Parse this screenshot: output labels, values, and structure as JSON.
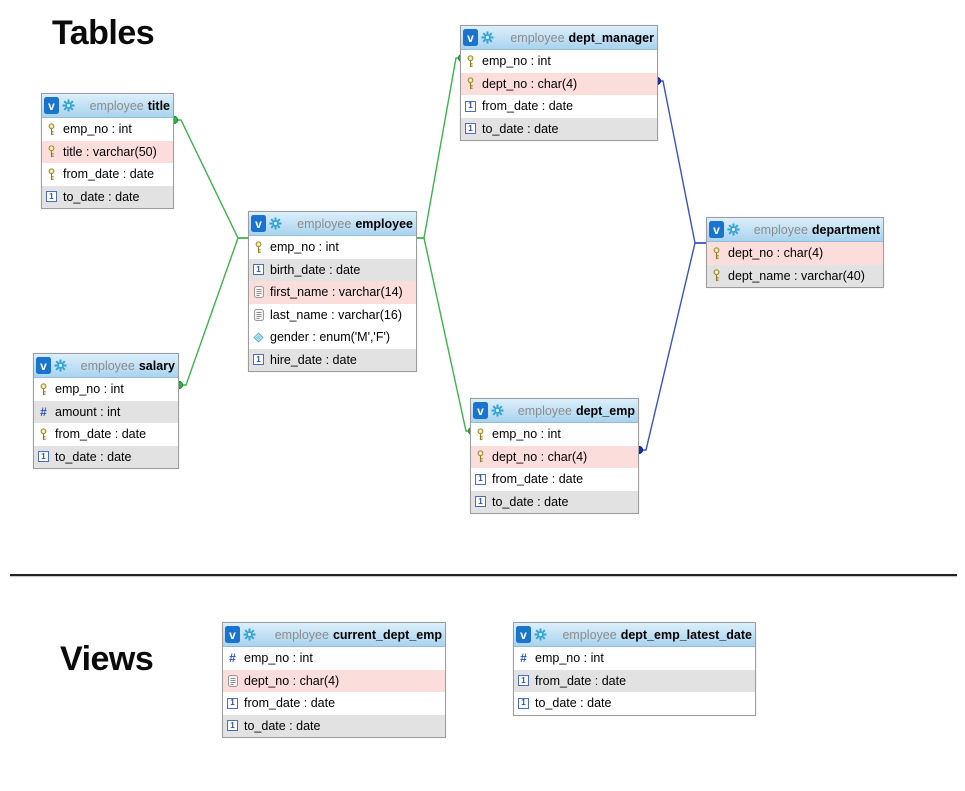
{
  "sections": {
    "tables_heading": "Tables",
    "views_heading": "Views"
  },
  "icons": {
    "badge_glyph": "v",
    "date_glyph": "1",
    "number_glyph": "#",
    "header_icons": [
      "view-badge-icon",
      "gear-icon"
    ],
    "column_icon_types": [
      "key-icon",
      "date-icon",
      "text-icon",
      "enum-icon",
      "number-icon"
    ]
  },
  "palette": {
    "header_blue_top": "#dceffb",
    "header_blue_bottom": "#a9d3ee",
    "badge_blue": "#1a73cd",
    "row_pink": "#fbdedb",
    "row_gray": "#e2e2e2",
    "row_white": "#ffffff",
    "relation_green": "#3cb44b",
    "relation_blue": "#3a53c0",
    "border_gray": "#9c9c9c",
    "divider_black": "#222222"
  },
  "diagram": {
    "tables": [
      {
        "name": "title",
        "schema": "employee",
        "kind": "table",
        "columns": [
          {
            "label": "emp_no : int",
            "icon": "key-icon",
            "bg": "white"
          },
          {
            "label": "title : varchar(50)",
            "icon": "key-icon",
            "bg": "pink"
          },
          {
            "label": "from_date : date",
            "icon": "key-icon",
            "bg": "white"
          },
          {
            "label": "to_date : date",
            "icon": "date-icon",
            "bg": "gray"
          }
        ]
      },
      {
        "name": "employee",
        "schema": "employee",
        "kind": "table",
        "columns": [
          {
            "label": "emp_no : int",
            "icon": "key-icon",
            "bg": "white"
          },
          {
            "label": "birth_date : date",
            "icon": "date-icon",
            "bg": "gray"
          },
          {
            "label": "first_name : varchar(14)",
            "icon": "text-icon",
            "bg": "pink"
          },
          {
            "label": "last_name : varchar(16)",
            "icon": "text-icon",
            "bg": "white"
          },
          {
            "label": "gender : enum('M','F')",
            "icon": "enum-icon",
            "bg": "white"
          },
          {
            "label": "hire_date : date",
            "icon": "date-icon",
            "bg": "gray"
          }
        ]
      },
      {
        "name": "salary",
        "schema": "employee",
        "kind": "table",
        "columns": [
          {
            "label": "emp_no : int",
            "icon": "key-icon",
            "bg": "white"
          },
          {
            "label": "amount : int",
            "icon": "number-icon",
            "bg": "gray"
          },
          {
            "label": "from_date : date",
            "icon": "key-icon",
            "bg": "white"
          },
          {
            "label": "to_date : date",
            "icon": "date-icon",
            "bg": "gray"
          }
        ]
      },
      {
        "name": "dept_manager",
        "schema": "employee",
        "kind": "table",
        "columns": [
          {
            "label": "emp_no : int",
            "icon": "key-icon",
            "bg": "white"
          },
          {
            "label": "dept_no : char(4)",
            "icon": "key-icon",
            "bg": "pink"
          },
          {
            "label": "from_date : date",
            "icon": "date-icon",
            "bg": "white"
          },
          {
            "label": "to_date : date",
            "icon": "date-icon",
            "bg": "gray"
          }
        ]
      },
      {
        "name": "dept_emp",
        "schema": "employee",
        "kind": "table",
        "columns": [
          {
            "label": "emp_no : int",
            "icon": "key-icon",
            "bg": "white"
          },
          {
            "label": "dept_no : char(4)",
            "icon": "key-icon",
            "bg": "pink"
          },
          {
            "label": "from_date : date",
            "icon": "date-icon",
            "bg": "white"
          },
          {
            "label": "to_date : date",
            "icon": "date-icon",
            "bg": "gray"
          }
        ]
      },
      {
        "name": "department",
        "schema": "employee",
        "kind": "table",
        "columns": [
          {
            "label": "dept_no : char(4)",
            "icon": "key-icon",
            "bg": "pink"
          },
          {
            "label": "dept_name : varchar(40)",
            "icon": "key-icon",
            "bg": "gray"
          }
        ]
      },
      {
        "name": "current_dept_emp",
        "schema": "employee",
        "kind": "view",
        "columns": [
          {
            "label": "emp_no : int",
            "icon": "number-icon",
            "bg": "white"
          },
          {
            "label": "dept_no : char(4)",
            "icon": "text-icon",
            "bg": "pink"
          },
          {
            "label": "from_date : date",
            "icon": "date-icon",
            "bg": "white"
          },
          {
            "label": "to_date : date",
            "icon": "date-icon",
            "bg": "gray"
          }
        ]
      },
      {
        "name": "dept_emp_latest_date",
        "schema": "employee",
        "kind": "view",
        "columns": [
          {
            "label": "emp_no : int",
            "icon": "number-icon",
            "bg": "white"
          },
          {
            "label": "from_date : date",
            "icon": "date-icon",
            "bg": "gray"
          },
          {
            "label": "to_date : date",
            "icon": "date-icon",
            "bg": "white"
          }
        ]
      }
    ],
    "relations": [
      {
        "from": "title",
        "to": "employee",
        "color": "green"
      },
      {
        "from": "salary",
        "to": "employee",
        "color": "green"
      },
      {
        "from": "dept_manager",
        "to": "employee",
        "color": "green"
      },
      {
        "from": "dept_emp",
        "to": "employee",
        "color": "green"
      },
      {
        "from": "dept_manager",
        "to": "department",
        "color": "blue"
      },
      {
        "from": "dept_emp",
        "to": "department",
        "color": "blue"
      }
    ]
  }
}
